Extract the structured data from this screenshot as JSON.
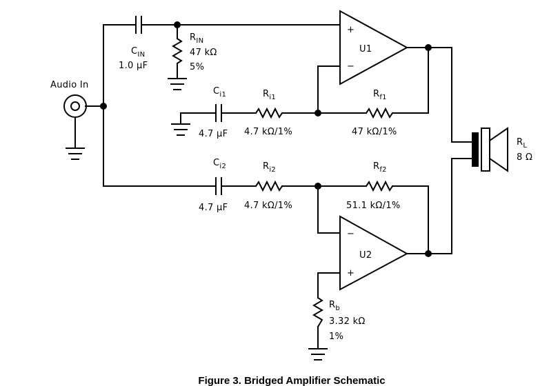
{
  "caption": "Figure 3. Bridged Amplifier Schematic",
  "audio_in": "Audio In",
  "cin": {
    "sym": "C",
    "sub": "IN",
    "value": "1.0 μF"
  },
  "rin": {
    "sym": "R",
    "sub": "IN",
    "value": "47 kΩ",
    "tol": "5%"
  },
  "ci1": {
    "sym": "C",
    "sub": "i1",
    "value": "4.7 μF"
  },
  "ri1": {
    "sym": "R",
    "sub": "i1",
    "value": "4.7 kΩ/1%"
  },
  "rf1": {
    "sym": "R",
    "sub": "f1",
    "value": "47 kΩ/1%"
  },
  "ci2": {
    "sym": "C",
    "sub": "i2",
    "value": "4.7 μF"
  },
  "ri2": {
    "sym": "R",
    "sub": "i2",
    "value": "4.7 kΩ/1%"
  },
  "rf2": {
    "sym": "R",
    "sub": "f2",
    "value": "51.1 kΩ/1%"
  },
  "rb": {
    "sym": "R",
    "sub": "b",
    "value": "3.32 kΩ",
    "tol": "1%"
  },
  "rl": {
    "sym": "R",
    "sub": "L",
    "value": "8 Ω"
  },
  "u1": {
    "name": "U1",
    "plus": "+",
    "minus": "−"
  },
  "u2": {
    "name": "U2",
    "plus": "+",
    "minus": "−"
  }
}
